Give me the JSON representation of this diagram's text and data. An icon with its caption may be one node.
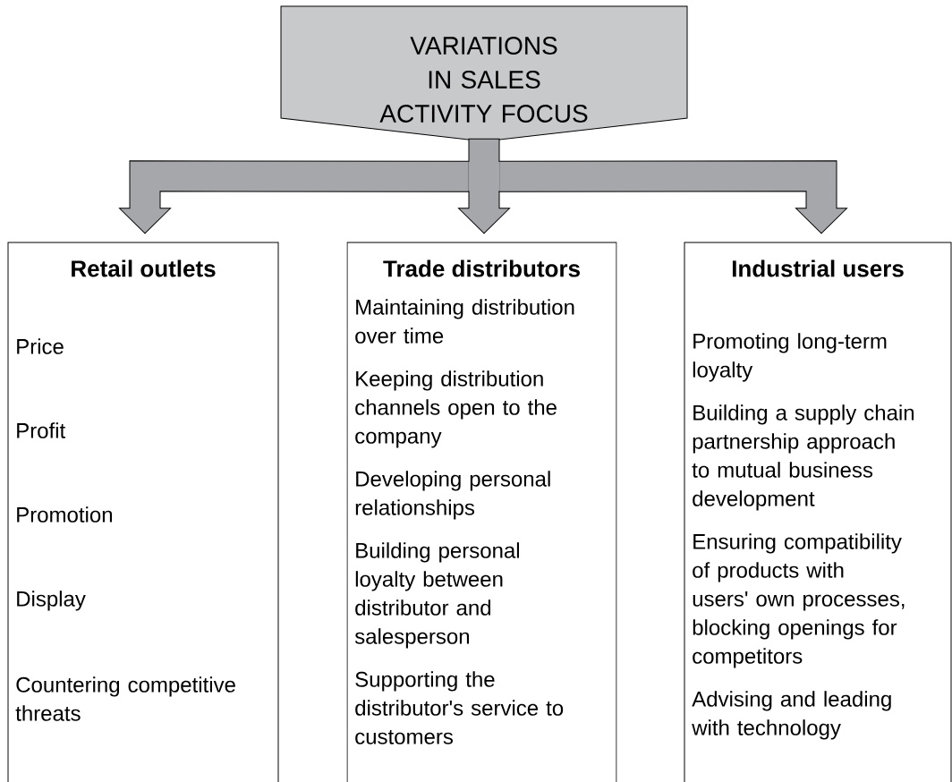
{
  "diagram": {
    "nodes": [
      {
        "text": [
          "VARIATIONS IN SALES ACTIVITY FOCUS"
        ]
      },
      {
        "text": [
          "Retail outlets",
          "Price",
          "Profit",
          "Promotion",
          "Display",
          "Countering competitive threats"
        ]
      },
      {
        "text": [
          "Trade distributors",
          "Maintaining distribution over time",
          "Keeping distribution channels open to the company",
          "Developing personal relationships",
          "Building personal loyalty between distributor and salesperson",
          "Supporting the distributor's service to customers"
        ]
      },
      {
        "text": [
          "Industrial users",
          "Promoting long-term loyalty",
          "Building a supply chain partnership approach to mutual business development",
          "Ensuring compatibility of products with users' own processes, blocking openings for competitors",
          "Advising and leading with technology"
        ]
      }
    ],
    "edges": [
      {
        "from": 0,
        "to": 1,
        "arrow": "to"
      },
      {
        "from": 0,
        "to": 2,
        "arrow": "to"
      },
      {
        "from": 0,
        "to": 3,
        "arrow": "to"
      }
    ]
  }
}
